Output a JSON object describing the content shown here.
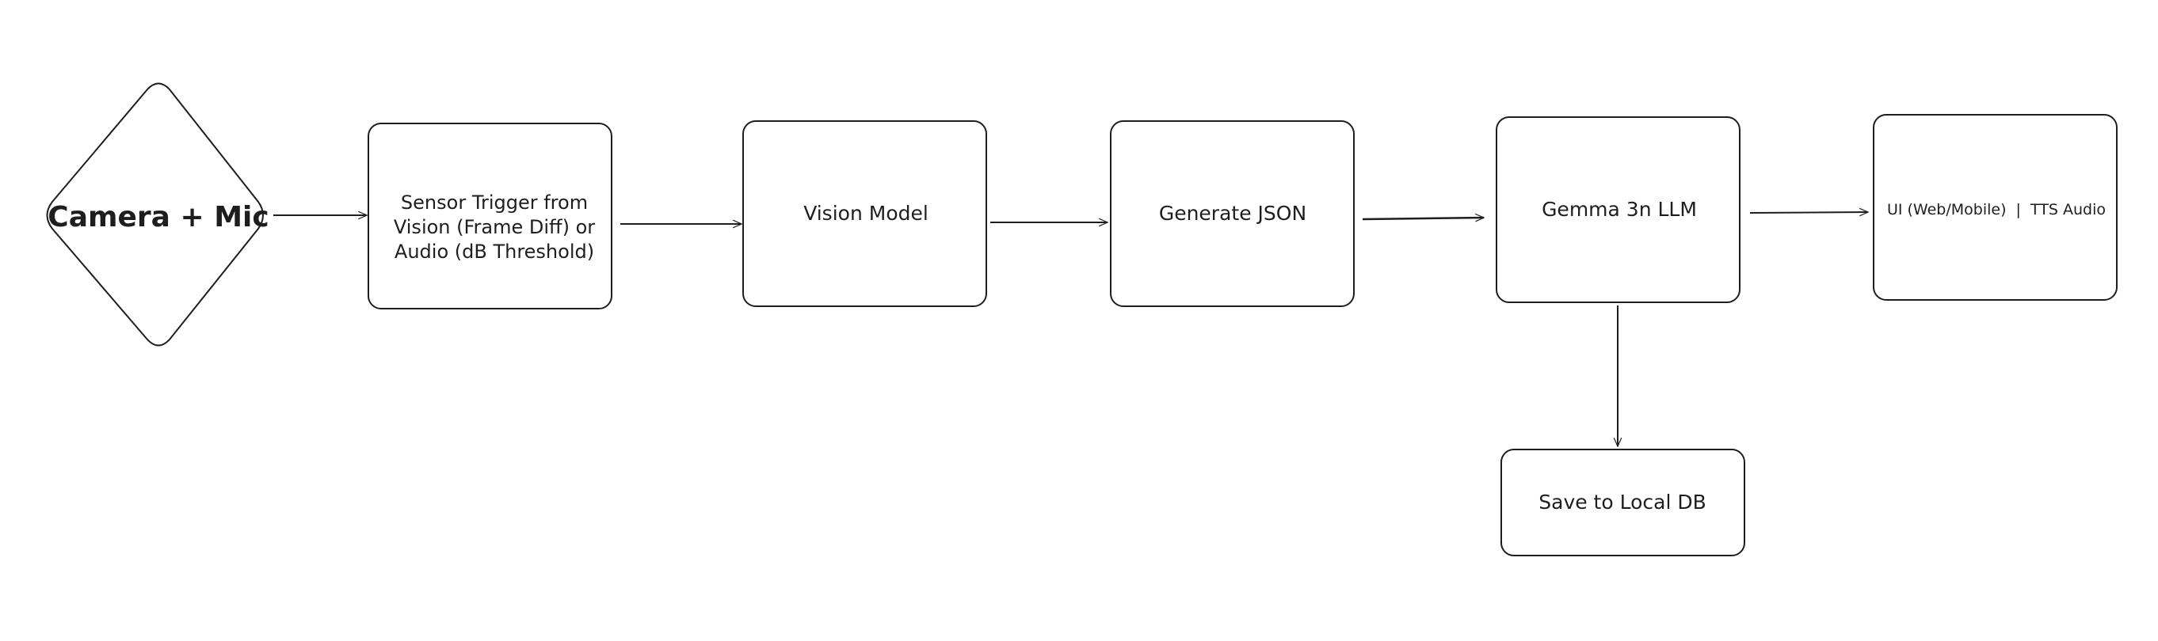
{
  "diagram": {
    "nodes": {
      "camera_mic": {
        "label": "Camera + Mic"
      },
      "sensor_trigger": {
        "label": "Sensor Trigger from\nVision (Frame Diff) or\nAudio (dB Threshold)"
      },
      "vision_model": {
        "label": "Vision Model"
      },
      "generate_json": {
        "label": "Generate JSON"
      },
      "gemma_llm": {
        "label": "Gemma 3n LLM"
      },
      "ui_tts": {
        "label": "UI (Web/Mobile)  |  TTS Audio"
      },
      "local_db": {
        "label": "Save to Local DB"
      }
    },
    "edges": [
      {
        "from": "camera_mic",
        "to": "sensor_trigger"
      },
      {
        "from": "sensor_trigger",
        "to": "vision_model"
      },
      {
        "from": "vision_model",
        "to": "generate_json"
      },
      {
        "from": "generate_json",
        "to": "gemma_llm"
      },
      {
        "from": "gemma_llm",
        "to": "ui_tts"
      },
      {
        "from": "gemma_llm",
        "to": "local_db"
      }
    ],
    "colors": {
      "stroke": "#1e1e1e",
      "background": "#ffffff"
    }
  }
}
